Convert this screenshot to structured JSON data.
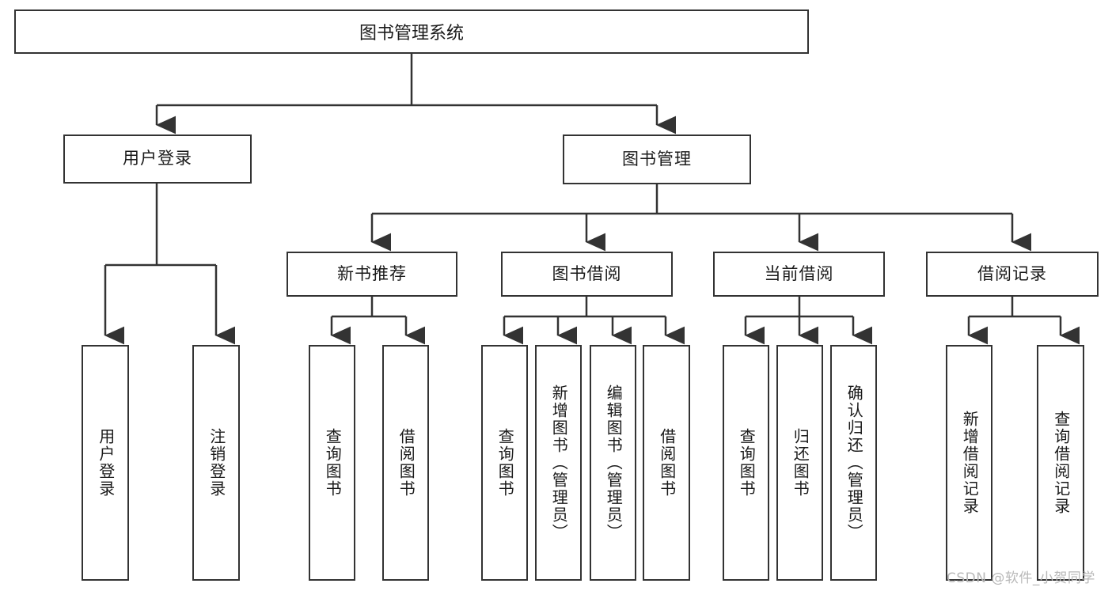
{
  "diagram": {
    "title": "图书管理系统",
    "type": "tree",
    "watermark": "CSDN @软件_小贺同学",
    "colors": {
      "stroke": "#333333",
      "fill": "#ffffff",
      "text": "#1a1a1a",
      "watermark": "#b8b8b8"
    },
    "root": {
      "label": "图书管理系统"
    },
    "level2": [
      {
        "label": "用户登录"
      },
      {
        "label": "图书管理"
      }
    ],
    "level3": [
      {
        "label": "新书推荐"
      },
      {
        "label": "图书借阅"
      },
      {
        "label": "当前借阅"
      },
      {
        "label": "借阅记录"
      }
    ],
    "leaves": {
      "user_login": [
        {
          "label": "用户登录"
        },
        {
          "label": "注销登录"
        }
      ],
      "new_book": [
        {
          "label": "查询图书"
        },
        {
          "label": "借阅图书"
        }
      ],
      "borrow": [
        {
          "label": "查询图书"
        },
        {
          "label": "新增图书（管理员）"
        },
        {
          "label": "编辑图书（管理员）"
        },
        {
          "label": "借阅图书"
        }
      ],
      "current": [
        {
          "label": "查询图书"
        },
        {
          "label": "归还图书"
        },
        {
          "label": "确认归还（管理员）"
        }
      ],
      "records": [
        {
          "label": "新增借阅记录"
        },
        {
          "label": "查询借阅记录"
        }
      ]
    }
  }
}
